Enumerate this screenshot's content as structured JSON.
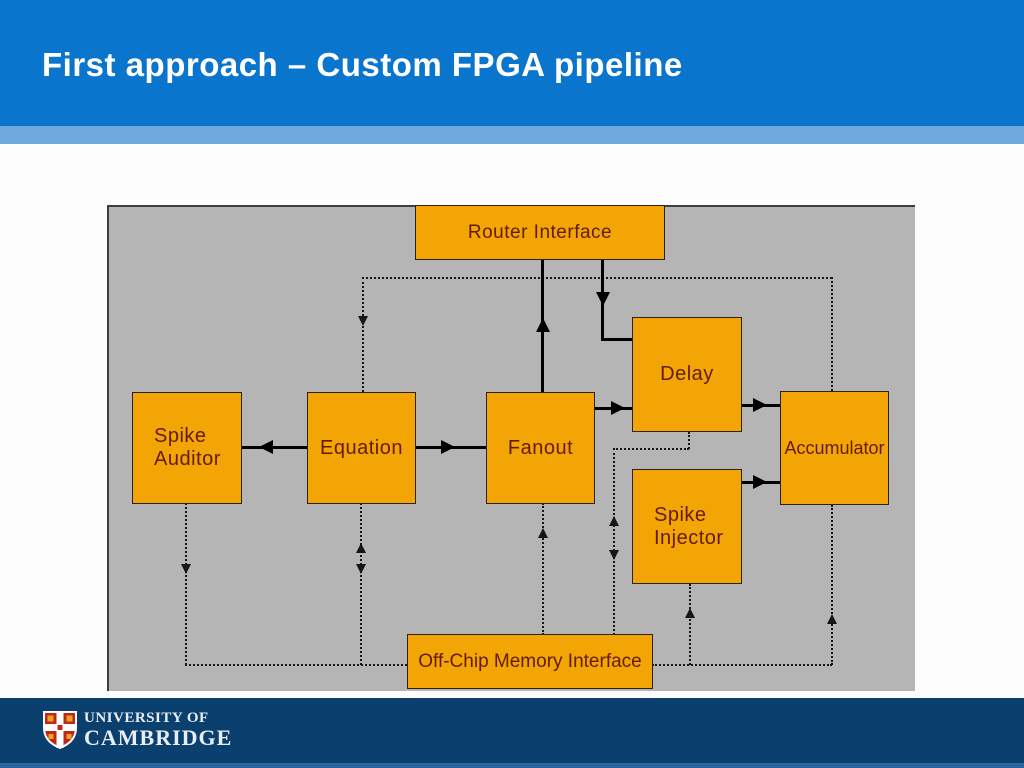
{
  "colors": {
    "header_blue": "#0a75cc",
    "header_strip": "#6fa9de",
    "panel_gray": "#b5b5b5",
    "node_orange": "#f2a504",
    "node_text": "#641c00",
    "footer_navy": "#0b406e",
    "footer_strip": "#27659c",
    "line_black": "#000000"
  },
  "header": {
    "title": "First approach – Custom FPGA pipeline"
  },
  "diagram": {
    "nodes": {
      "router_interface": {
        "label": "Router Interface"
      },
      "spike_auditor": {
        "line1": "Spike",
        "line2": "Auditor"
      },
      "equation": {
        "label": "Equation"
      },
      "fanout": {
        "label": "Fanout"
      },
      "delay": {
        "label": "Delay"
      },
      "accumulator": {
        "label": "Accumulator"
      },
      "spike_injector": {
        "line1": "Spike",
        "line2": "Injector"
      },
      "off_chip": {
        "label": "Off-Chip Memory Interface"
      }
    },
    "edges": [
      {
        "from": "Fanout",
        "to": "Router Interface",
        "style": "solid"
      },
      {
        "from": "Router Interface",
        "to": "Delay",
        "style": "solid"
      },
      {
        "from": "Equation",
        "to": "Spike Auditor",
        "style": "solid"
      },
      {
        "from": "Equation",
        "to": "Fanout",
        "style": "solid"
      },
      {
        "from": "Fanout",
        "to": "Delay",
        "style": "solid"
      },
      {
        "from": "Delay",
        "to": "Accumulator",
        "style": "solid"
      },
      {
        "from": "Spike Injector",
        "to": "Accumulator",
        "style": "solid"
      },
      {
        "from": "Accumulator",
        "to": "Equation",
        "style": "dotted"
      },
      {
        "from": "Spike Auditor",
        "to": "Off-Chip Memory Interface",
        "style": "dotted"
      },
      {
        "from": "Equation",
        "to": "Off-Chip Memory Interface",
        "style": "dotted",
        "bidirectional": true
      },
      {
        "from": "Off-Chip Memory Interface",
        "to": "Fanout",
        "style": "dotted"
      },
      {
        "from": "Delay",
        "to": "Off-Chip Memory Interface",
        "style": "dotted",
        "bidirectional": true
      },
      {
        "from": "Off-Chip Memory Interface",
        "to": "Spike Injector",
        "style": "dotted"
      },
      {
        "from": "Off-Chip Memory Interface",
        "to": "Accumulator",
        "style": "dotted"
      }
    ]
  },
  "footer": {
    "org_line1": "UNIVERSITY OF",
    "org_line2": "CAMBRIDGE",
    "logo": "cambridge-crest"
  }
}
